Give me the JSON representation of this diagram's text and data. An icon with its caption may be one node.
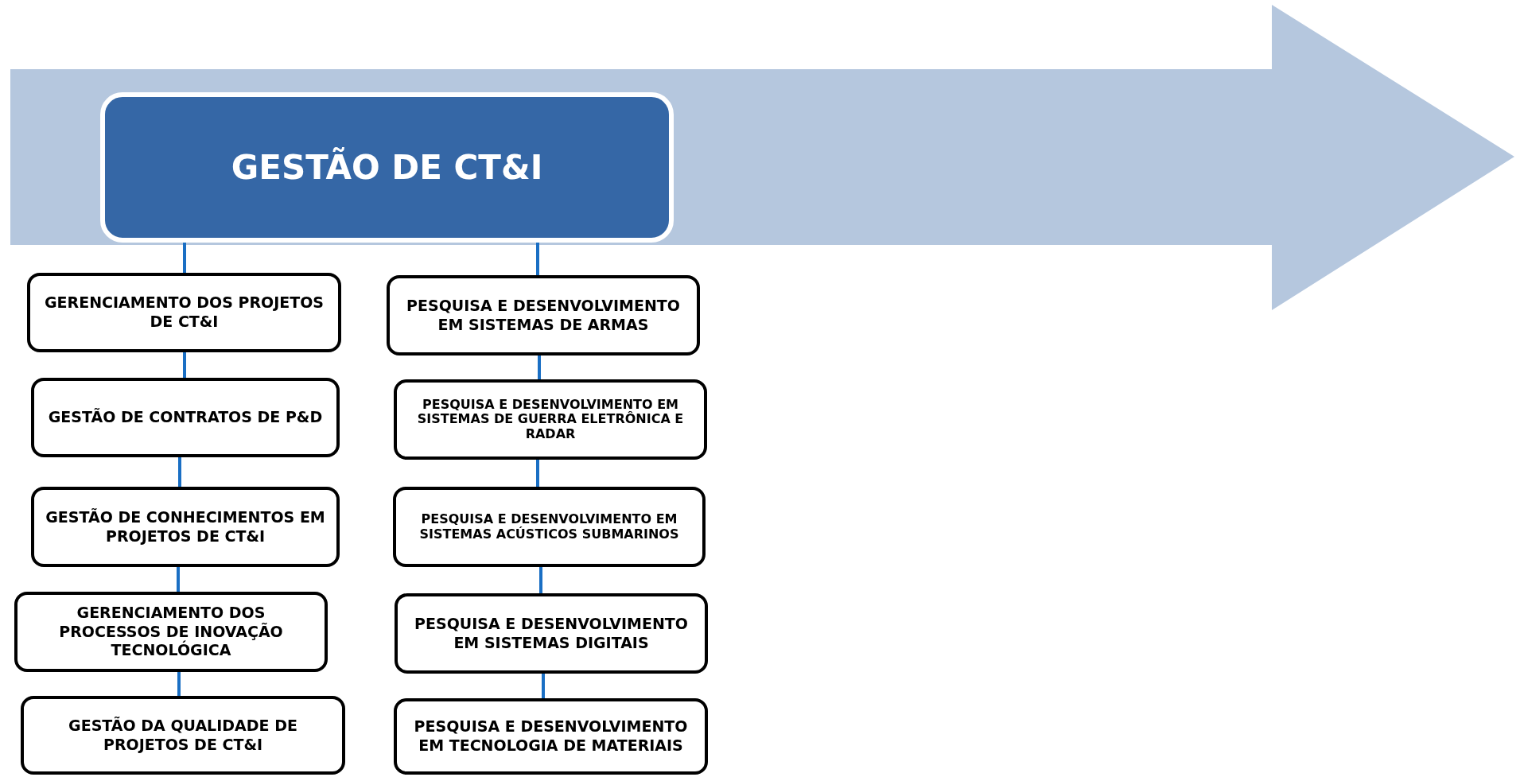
{
  "diagram": {
    "nodes": [
      {
        "text": [
          "GESTÃO DE CT&I"
        ]
      },
      {
        "text": [
          "GERENCIAMENTO DOS PROJETOS DE CT&I"
        ]
      },
      {
        "text": [
          "GESTÃO DE CONTRATOS DE P&D"
        ]
      },
      {
        "text": [
          "GESTÃO DE CONHECIMENTOS EM PROJETOS DE CT&I"
        ]
      },
      {
        "text": [
          "GERENCIAMENTO DOS PROCESSOS DE INOVAÇÃO TECNOLÓGICA"
        ]
      },
      {
        "text": [
          "GESTÃO DA QUALIDADE DE PROJETOS DE CT&I"
        ]
      },
      {
        "text": [
          "PESQUISA E DESENVOLVIMENTO EM SISTEMAS DE ARMAS"
        ]
      },
      {
        "text": [
          "PESQUISA E DESENVOLVIMENTO EM SISTEMAS DE GUERRA ELETRÔNICA E RADAR"
        ]
      },
      {
        "text": [
          "PESQUISA E DESENVOLVIMENTO EM SISTEMAS ACÚSTICOS SUBMARINOS"
        ]
      },
      {
        "text": [
          "PESQUISA E DESENVOLVIMENTO EM SISTEMAS DIGITAIS"
        ]
      },
      {
        "text": [
          "PESQUISA E DESENVOLVIMENTO EM TECNOLOGIA DE MATERIAIS"
        ]
      }
    ],
    "edges": [
      {
        "from": 0,
        "to": 1,
        "arrow": "none"
      },
      {
        "from": 1,
        "to": 2,
        "arrow": "none"
      },
      {
        "from": 2,
        "to": 3,
        "arrow": "none"
      },
      {
        "from": 3,
        "to": 4,
        "arrow": "none"
      },
      {
        "from": 4,
        "to": 5,
        "arrow": "none"
      },
      {
        "from": 0,
        "to": 6,
        "arrow": "none"
      },
      {
        "from": 6,
        "to": 7,
        "arrow": "none"
      },
      {
        "from": 7,
        "to": 8,
        "arrow": "none"
      },
      {
        "from": 8,
        "to": 9,
        "arrow": "none"
      },
      {
        "from": 9,
        "to": 10,
        "arrow": "none"
      }
    ]
  }
}
